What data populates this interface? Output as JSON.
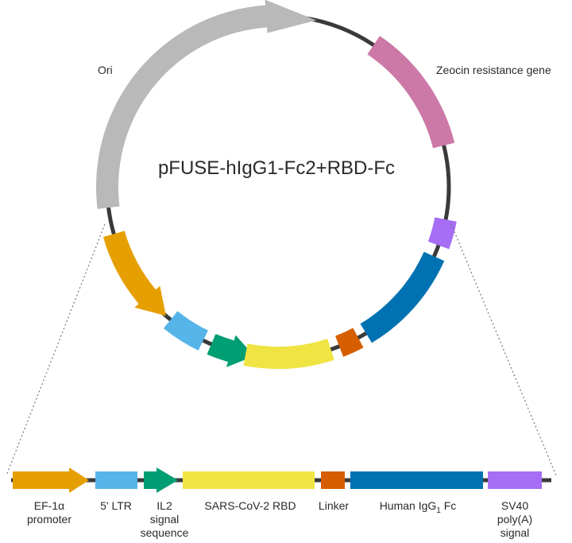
{
  "plasmid": {
    "name": "pFUSE-hIgG1-Fc2+RBD-Fc",
    "labels": {
      "ori": "Ori",
      "zeocin": "Zeocin resistance gene"
    }
  },
  "linear_map": {
    "ef1a": [
      "EF-1α",
      "promoter"
    ],
    "ltr": "5' LTR",
    "il2": [
      "IL2",
      "signal",
      "sequence"
    ],
    "rbd": "SARS-CoV-2 RBD",
    "linker": "Linker",
    "fc": {
      "text": "Human IgG",
      "sub": "1",
      "suffix": " Fc"
    },
    "sv40": [
      "SV40",
      "poly(A)",
      "signal"
    ]
  },
  "colors": {
    "backbone": "#3a3a3a",
    "ori": "#b9b9b9",
    "zeocin": "#cc79a7",
    "ef1a": "#e69f00",
    "ltr": "#56b4e9",
    "il2": "#009e73",
    "rbd": "#f0e442",
    "linker": "#d55e00",
    "fc": "#0072b2",
    "sv40": "#a66df5"
  }
}
